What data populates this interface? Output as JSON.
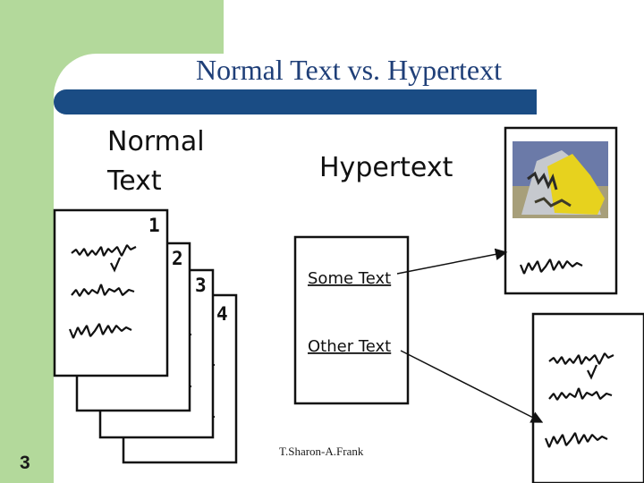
{
  "slide": {
    "title": "Normal Text vs. Hypertext",
    "slide_number": "3",
    "footer": "T.Sharon-A.Frank"
  },
  "illustration": {
    "normal_heading_line1": "Normal",
    "normal_heading_line2": "Text",
    "hypertext_heading": "Hypertext",
    "page_numbers": [
      "1",
      "2",
      "3",
      "4"
    ],
    "link_1": "Some Text",
    "link_2": "Other Text"
  },
  "colors": {
    "green": "#b3d99b",
    "navy": "#1a4c84",
    "title": "#1f3f78"
  }
}
